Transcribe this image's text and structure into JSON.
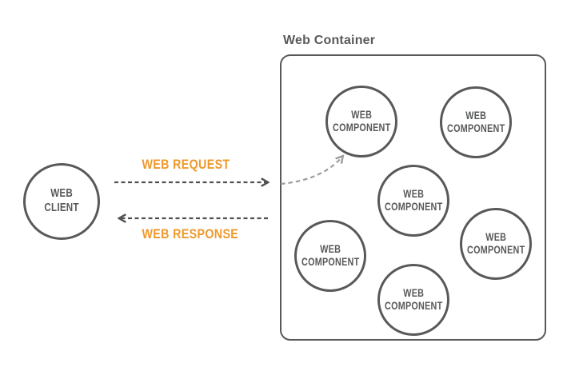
{
  "diagram": {
    "client": {
      "label": "WEB\nCLIENT"
    },
    "request": {
      "label": "WEB REQUEST"
    },
    "response": {
      "label": "WEB RESPONSE"
    },
    "container": {
      "title": "Web Container",
      "components": [
        {
          "label": "WEB\nCOMPONENT"
        },
        {
          "label": "WEB\nCOMPONENT"
        },
        {
          "label": "WEB\nCOMPONENT"
        },
        {
          "label": "WEB\nCOMPONENT"
        },
        {
          "label": "WEB\nCOMPONENT"
        },
        {
          "label": "WEB\nCOMPONENT"
        }
      ]
    }
  },
  "colors": {
    "accent_orange": "#EF992C",
    "stroke_gray": "#58595B",
    "arrow_gray": "#4F5052",
    "light_arrow_gray": "#9D9D9D"
  }
}
